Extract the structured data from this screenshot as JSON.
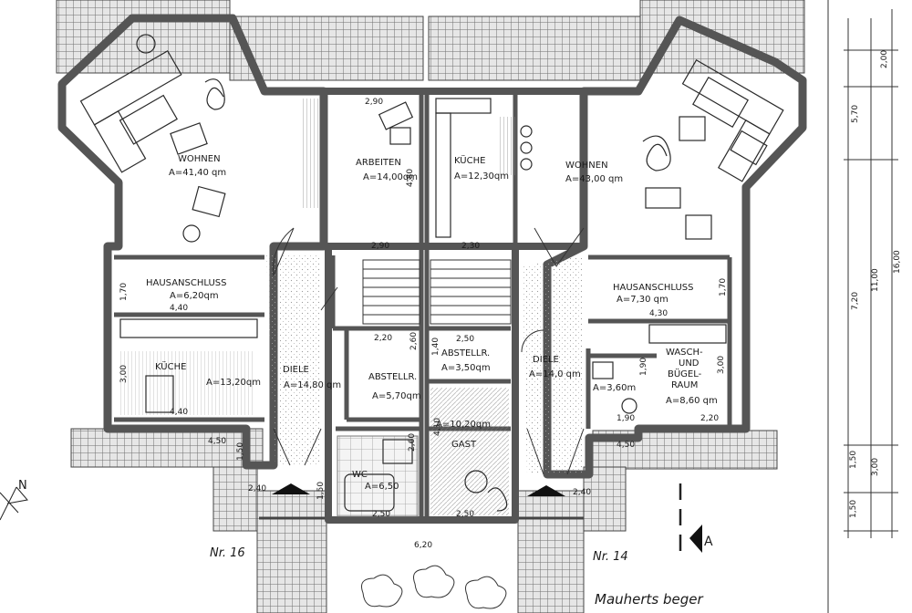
{
  "rooms": {
    "wohnen_left": {
      "name": "WOHNEN",
      "area": "A=41,40 qm"
    },
    "arbeiten": {
      "name": "ARBEITEN",
      "area": "A=14,00qm"
    },
    "kueche_top": {
      "name": "KÜCHE",
      "area": "A=12,30qm"
    },
    "wohnen_right": {
      "name": "WOHNEN",
      "area": "A=43,00 qm"
    },
    "hausanschluss_left": {
      "name": "HAUSANSCHLUSS",
      "area": "A=6,20qm"
    },
    "hausanschluss_right": {
      "name": "HAUSANSCHLUSS",
      "area": "A=7,30 qm"
    },
    "kueche_left": {
      "name": "KÜCHE",
      "area": "A=13,20qm"
    },
    "diele_left": {
      "name": "DIELE",
      "area": "A=14,80 qm"
    },
    "abstellr_left": {
      "name": "ABSTELLR.",
      "area": "A=5,70qm"
    },
    "abstellr_right": {
      "name": "ABSTELLR.",
      "area": "A=3,50qm"
    },
    "diele_right": {
      "name": "DIELE",
      "area": "A=14,0 qm"
    },
    "wasch": {
      "line1": "WASCH-",
      "line2": "UND",
      "line3": "BÜGEL-",
      "line4": "RAUM",
      "area": "A=8,60 qm"
    },
    "bad": {
      "area": "A=3,60m"
    },
    "wc": {
      "name": "WC",
      "area": "A=6,50"
    },
    "gast": {
      "name": "GAST",
      "area": "A=10,20qm"
    }
  },
  "dimensions": {
    "d_2_90_top": "2,90",
    "d_2_90_bottom": "2,90",
    "d_4_80": "4,80",
    "d_2_30": "2,30",
    "d_1_70_left": "1,70",
    "d_4_40_a": "4,40",
    "d_4_30": "4,30",
    "d_1_70_right": "1,70",
    "d_3_00_left": "3,00",
    "d_4_40_b": "4,40",
    "d_2_20_a": "2,20",
    "d_2_60_a": "2,60",
    "d_1_40": "1,40",
    "d_2_50_a": "2,50",
    "d_3_00_right": "3,00",
    "d_2_20_b": "2,20",
    "d_1_90_a": "1,90",
    "d_1_90_b": "1,90",
    "d_4_10": "4,10",
    "d_2_60_b": "2,60",
    "d_4_50_left": "4,50",
    "d_1_50_left": "1,50",
    "d_4_50_right": "4,50",
    "d_2_40_left": "2,40",
    "d_1_50_mid": "1,50",
    "d_2_40_right": "2,40",
    "d_2_50_b": "2,50",
    "d_2_50_c": "2,50",
    "d_6_20": "6,20",
    "side_2_00": "2,00",
    "side_5_70": "5,70",
    "side_7_20": "7,20",
    "side_11_00": "11,00",
    "side_16_00": "16,00",
    "side_1_50_a": "1,50",
    "side_3_00": "3,00",
    "side_1_50_b": "1,50"
  },
  "annotations": {
    "north": "N",
    "section": "A",
    "house_left": "Nr. 16",
    "house_right": "Nr. 14",
    "signature": "Mauherts beger"
  },
  "colors": {
    "wall": "#555555",
    "line": "#2a2a2a",
    "terrace": "#9a9a9a",
    "floor_dots": "#bdbdbd"
  }
}
